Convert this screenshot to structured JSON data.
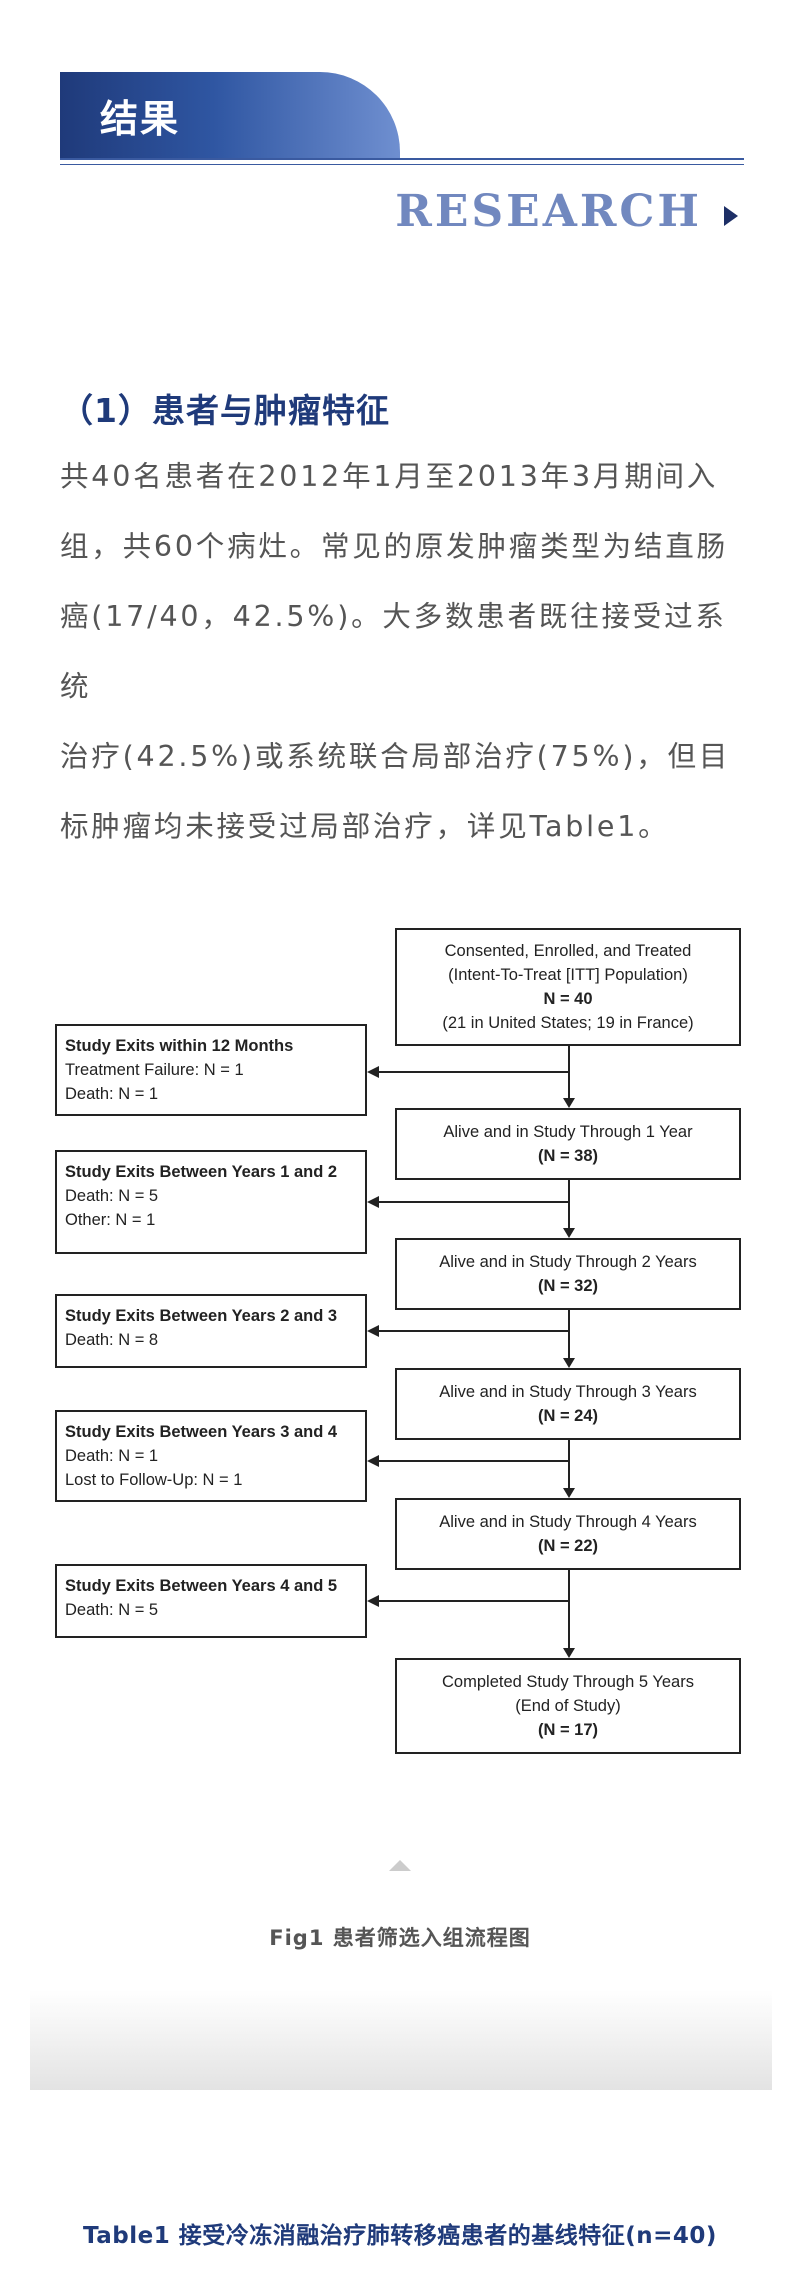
{
  "header": {
    "title": "结果",
    "research_label": "RESEARCH"
  },
  "section": {
    "title": "（1）患者与肿瘤特征",
    "lines": [
      "共40名患者在2012年1月至2013年3月期间入",
      "组，共60个病灶。常见的原发肿瘤类型为结直肠",
      "癌(17/40，42.5%)。大多数患者既往接受过系统",
      "治疗(42.5%)或系统联合局部治疗(75%)，但目",
      "标肿瘤均未接受过局部治疗，详见Table1。"
    ]
  },
  "flowchart": {
    "main_boxes": [
      [
        "Consented, Enrolled, and Treated",
        "(Intent-To-Treat [ITT] Population)",
        "N = 40",
        "(21 in United States; 19 in France)"
      ],
      [
        "Alive and in Study Through 1 Year",
        "(N = 38)"
      ],
      [
        "Alive and in Study Through 2 Years",
        "(N = 32)"
      ],
      [
        "Alive and in Study Through 3 Years",
        "(N = 24)"
      ],
      [
        "Alive and in Study Through 4 Years",
        "(N = 22)"
      ],
      [
        "Completed Study Through 5 Years",
        "(End of Study)",
        "(N = 17)"
      ]
    ],
    "exit_boxes": [
      {
        "title": "Study Exits within 12 Months",
        "lines": [
          "Treatment Failure: N = 1",
          "Death: N = 1"
        ]
      },
      {
        "title": "Study Exits Between Years 1 and 2",
        "lines": [
          "Death: N = 5",
          "Other: N = 1"
        ]
      },
      {
        "title": "Study Exits Between Years 2 and 3",
        "lines": [
          "Death: N = 8"
        ]
      },
      {
        "title": "Study Exits Between Years 3 and 4",
        "lines": [
          "Death: N = 1",
          "Lost to Follow-Up: N = 1"
        ]
      },
      {
        "title": "Study Exits Between Years 4 and 5",
        "lines": [
          "Death: N = 5"
        ]
      }
    ]
  },
  "figure_caption": "Fig1 患者筛选入组流程图",
  "table_title": "Table1 接受冷冻消融治疗肺转移癌患者的基线特征(n=40)"
}
